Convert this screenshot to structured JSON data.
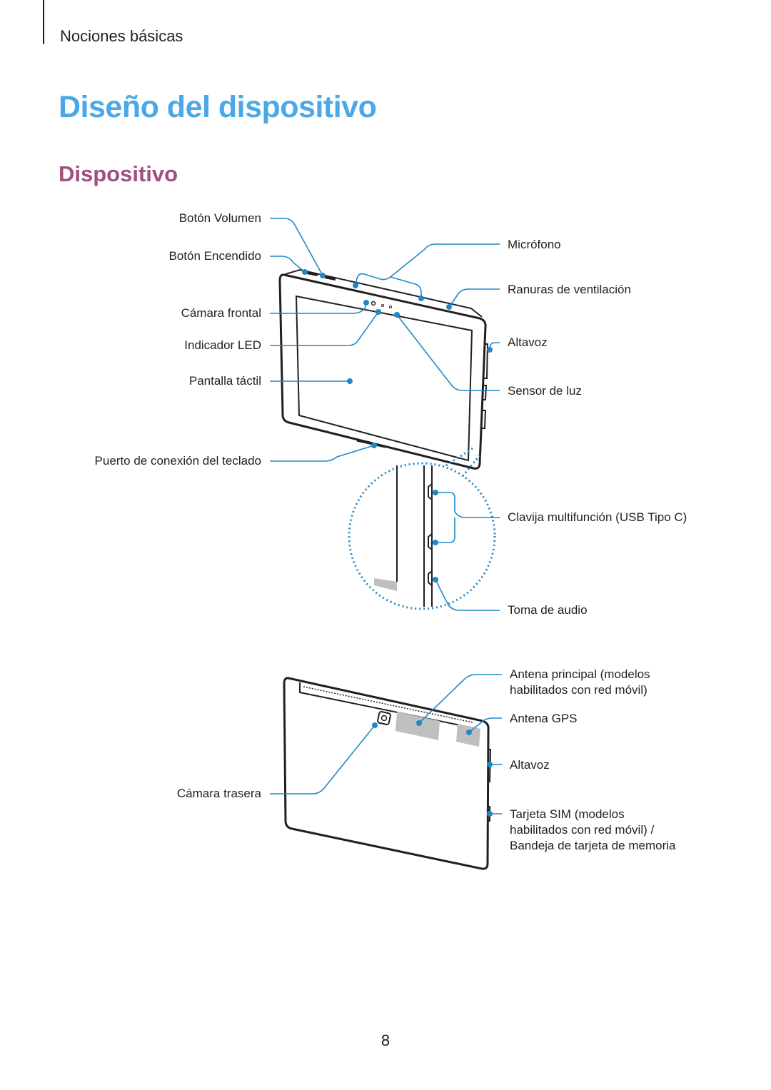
{
  "header": {
    "section": "Nociones básicas"
  },
  "title": "Diseño del dispositivo",
  "subtitle": "Dispositivo",
  "front_labels": {
    "volume": "Botón Volumen",
    "power": "Botón Encendido",
    "front_camera": "Cámara frontal",
    "led": "Indicador LED",
    "touchscreen": "Pantalla táctil",
    "keyboard_port": "Puerto de conexión del teclado",
    "microphone": "Micrófono",
    "vents": "Ranuras de ventilación",
    "speaker": "Altavoz",
    "light_sensor": "Sensor de luz",
    "usb": "Clavija multifunción (USB Tipo C)",
    "audio_jack": "Toma de audio"
  },
  "back_labels": {
    "main_antenna_line1": "Antena principal (modelos",
    "main_antenna_line2": "habilitados con red móvil)",
    "gps_antenna": "Antena GPS",
    "speaker": "Altavoz",
    "sim_line1": "Tarjeta SIM (modelos",
    "sim_line2": "habilitados con red móvil) /",
    "sim_line3": "Bandeja de tarjeta de memoria",
    "rear_camera": "Cámara trasera"
  },
  "page_number": "8",
  "colors": {
    "title": "#4aa8e8",
    "subtitle": "#a0507a",
    "callout": "#1e88c8",
    "device": "#231f20"
  }
}
